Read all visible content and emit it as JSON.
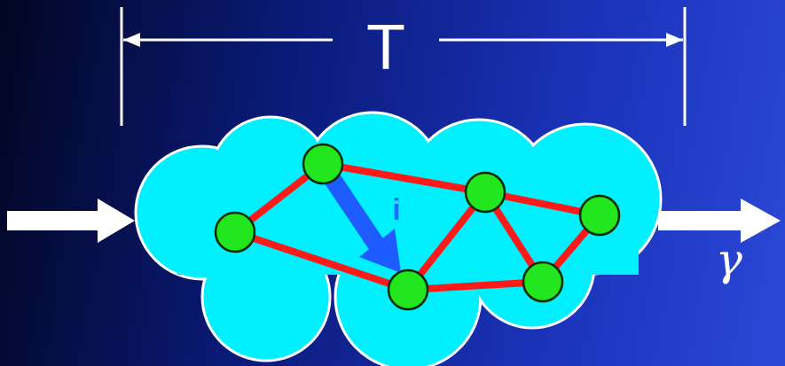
{
  "diagram": {
    "width_label": "T",
    "arrow_label": "i",
    "output_label": "γ",
    "colors": {
      "background": "#0a1a78",
      "cloud_fill": "#00f0ff",
      "cloud_stroke": "#ffffff",
      "edge": "#ff1a1a",
      "node_fill": "#22e61e",
      "node_stroke": "#0a2a00",
      "highlight_arrow": "#1e5cff",
      "flow_arrows": "#ffffff"
    },
    "nodes": [
      "n1",
      "n2",
      "n3",
      "n4",
      "n5",
      "n6"
    ],
    "edges": [
      [
        "n1",
        "n2"
      ],
      [
        "n1",
        "n4"
      ],
      [
        "n2",
        "n3"
      ],
      [
        "n3",
        "n4"
      ],
      [
        "n3",
        "n5"
      ],
      [
        "n3",
        "n6"
      ],
      [
        "n4",
        "n6"
      ],
      [
        "n6",
        "n5"
      ]
    ]
  }
}
